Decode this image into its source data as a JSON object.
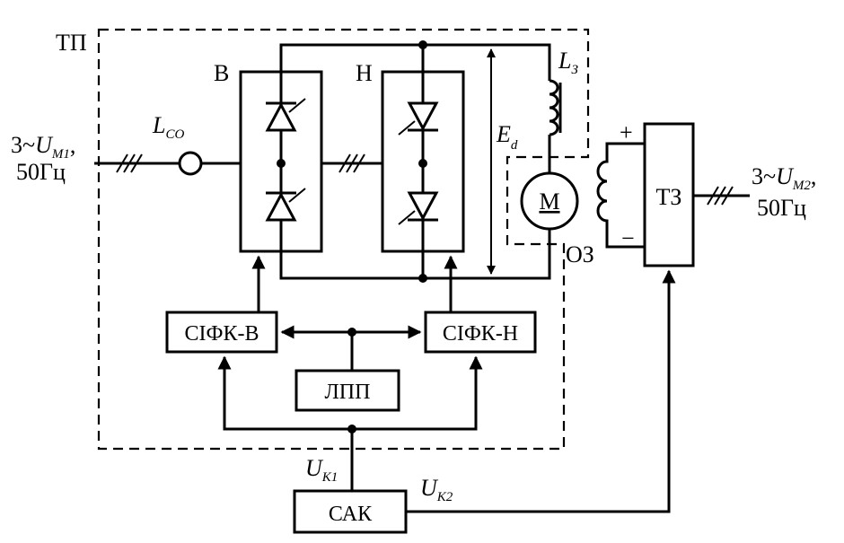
{
  "labels": {
    "tp": "ТП",
    "rectifier_b": "В",
    "rectifier_h": "Н",
    "inductor_lz": "L",
    "inductor_lz_sub": "З",
    "emf": "E",
    "emf_sub": "d",
    "motor": "М",
    "field_winding": "ОЗ",
    "plus": "+",
    "minus": "−",
    "exciter": "ТЗ",
    "reactor": "L",
    "reactor_sub": "СО",
    "supply1_prefix": "3~",
    "supply1_u": "U",
    "supply1_sub": "М1",
    "supply1_comma": ",",
    "supply1_freq": "50Гц",
    "supply2_prefix": "3~",
    "supply2_u": "U",
    "supply2_sub": "М2",
    "supply2_comma": ",",
    "supply2_freq": "50Гц",
    "sifk_b": "СІФК-В",
    "sifk_h": "СІФК-Н",
    "lpp": "ЛПП",
    "sak": "САК",
    "uk1": "U",
    "uk1_sub": "К1",
    "uk2": "U",
    "uk2_sub": "К2"
  }
}
